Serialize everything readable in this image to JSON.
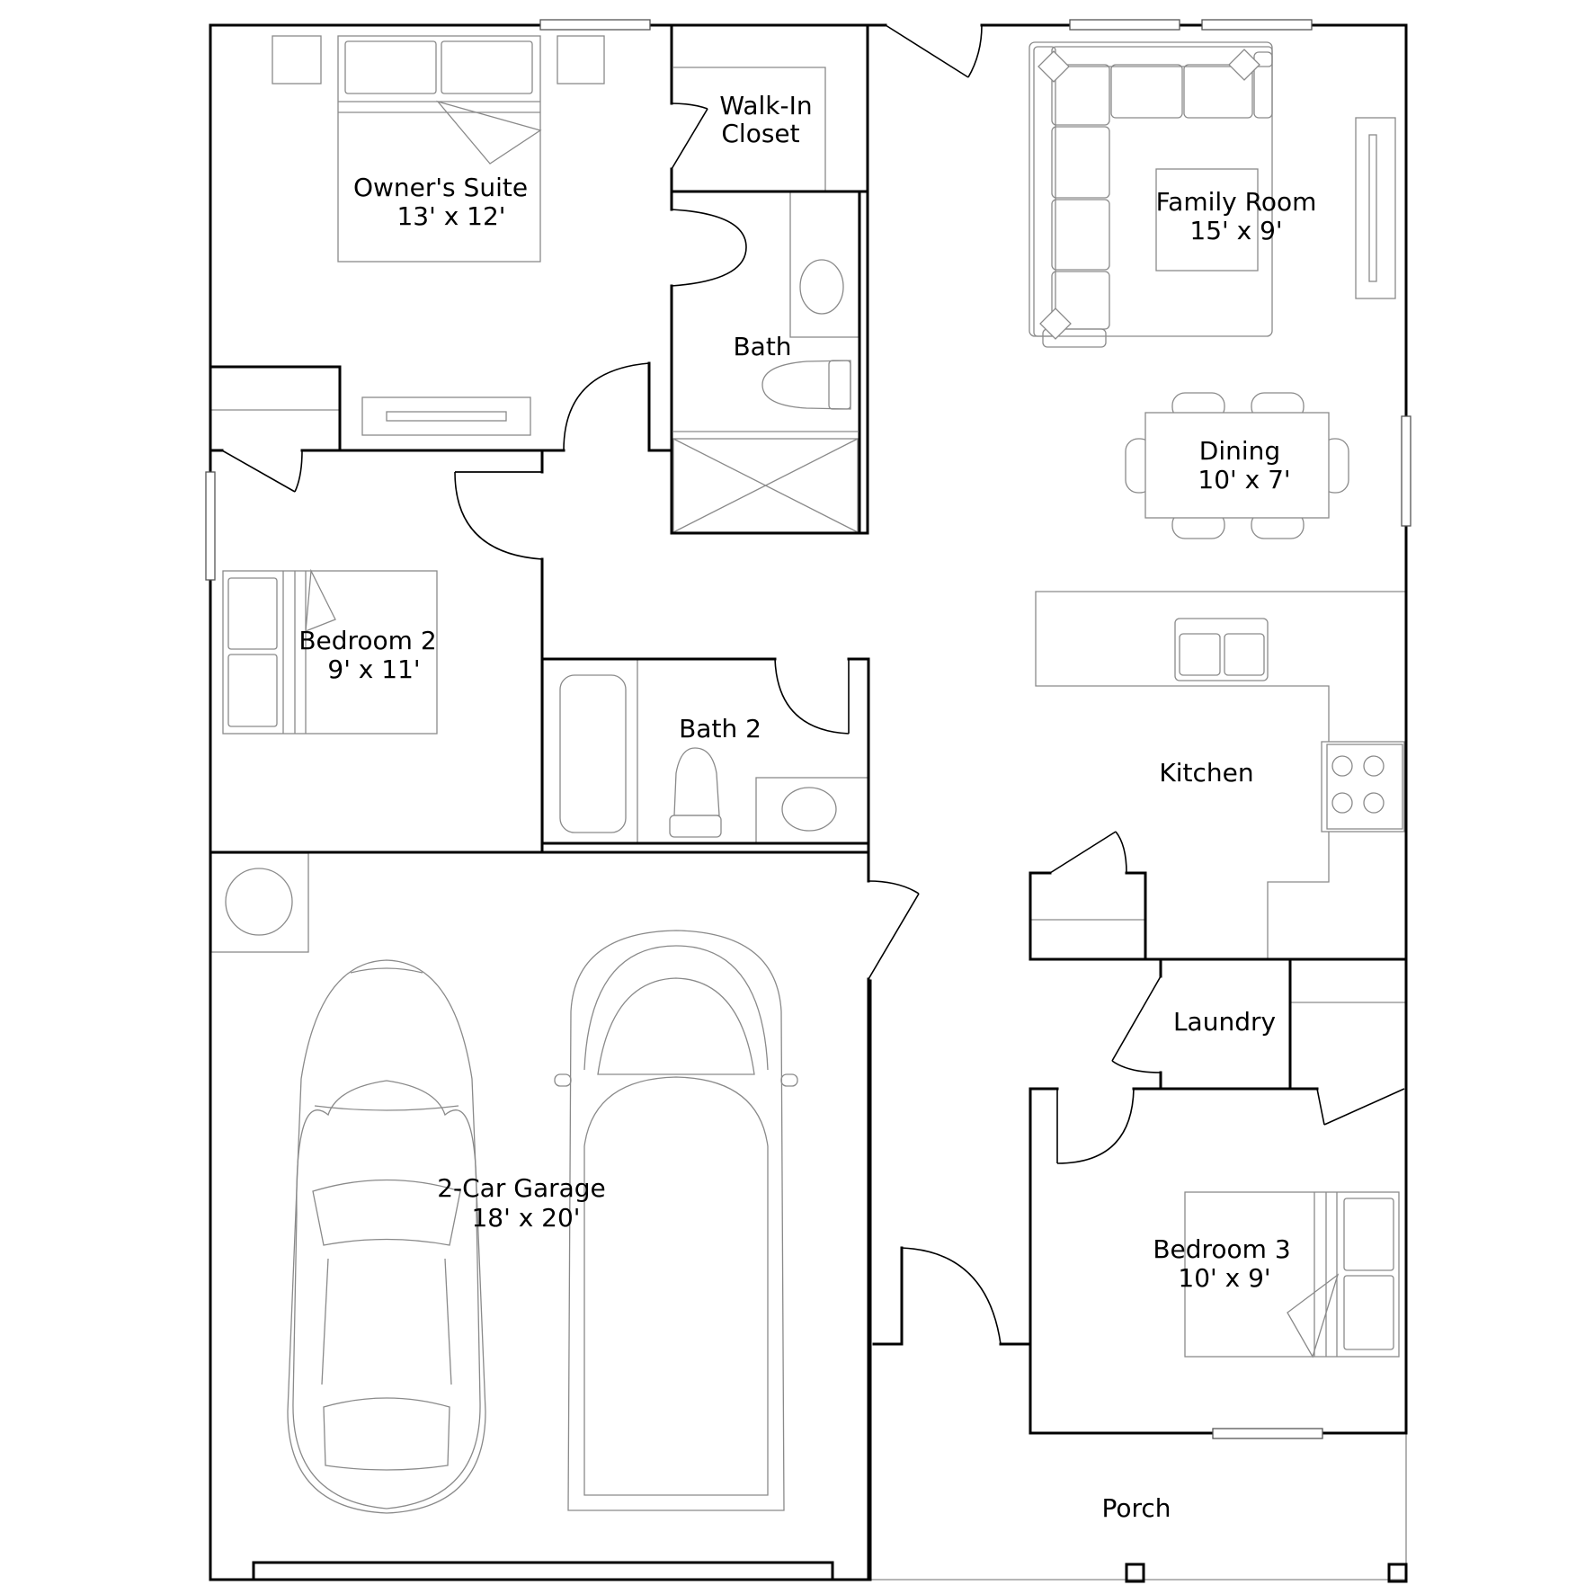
{
  "rooms": {
    "owners_suite": {
      "name": "Owner's Suite",
      "size": "13' x 12'"
    },
    "walk_in_closet": {
      "name_line1": "Walk-In",
      "name_line2": "Closet"
    },
    "bath": {
      "name": "Bath"
    },
    "family_room": {
      "name": "Family Room",
      "size": "15' x 9'"
    },
    "dining": {
      "name": "Dining",
      "size": "10' x 7'"
    },
    "bedroom_2": {
      "name": "Bedroom 2",
      "size": "9' x 11'"
    },
    "bath_2": {
      "name": "Bath 2"
    },
    "kitchen": {
      "name": "Kitchen"
    },
    "laundry": {
      "name": "Laundry"
    },
    "garage": {
      "name": "2-Car Garage",
      "size": "18' x 20'"
    },
    "bedroom_3": {
      "name": "Bedroom 3",
      "size": "10' x 9'"
    },
    "porch": {
      "name": "Porch"
    }
  },
  "colors": {
    "wall": "#000000",
    "fixture": "#8a8a8a",
    "background": "#ffffff"
  }
}
